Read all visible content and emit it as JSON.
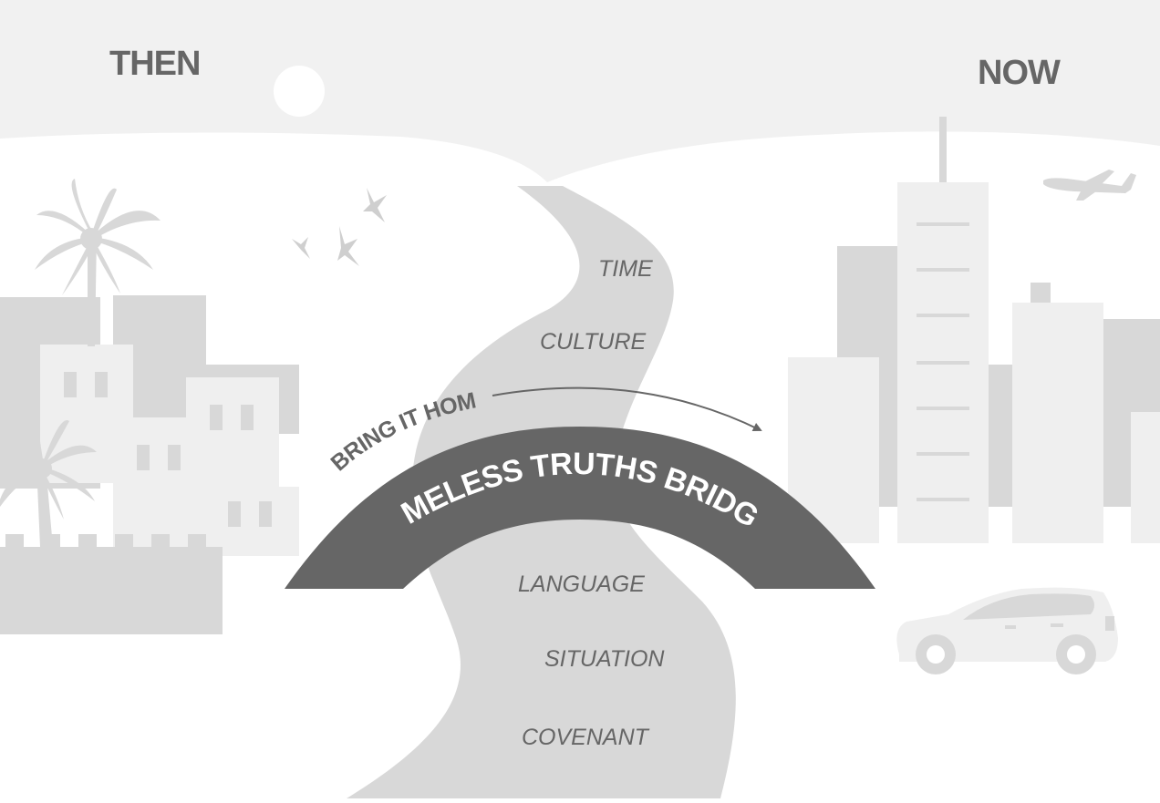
{
  "headings": {
    "then": "THEN",
    "now": "NOW"
  },
  "bridge": {
    "label": "TIMELESS TRUTHS BRIDGE"
  },
  "arrow": {
    "label": "BRING IT HOME"
  },
  "river": {
    "gaps": [
      "TIME",
      "CULTURE",
      "LANGUAGE",
      "SITUATION",
      "COVENANT"
    ]
  },
  "colors": {
    "sky": "#f1f1f1",
    "river": "#d8d8d8",
    "bridge": "#666666",
    "text": "#666666",
    "building_dark": "#d8d8d8",
    "building_light": "#efefef"
  }
}
